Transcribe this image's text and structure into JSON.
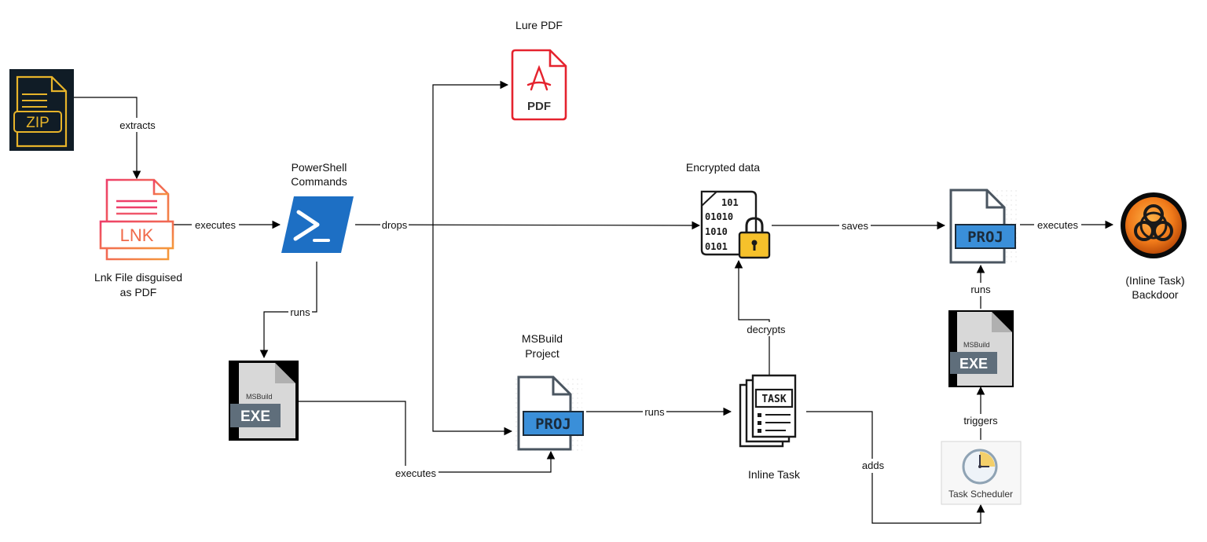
{
  "nodes": {
    "zip": {
      "icon": "zip-file-icon",
      "icon_text": "ZIP"
    },
    "lnk": {
      "icon": "lnk-file-icon",
      "icon_text": "LNK",
      "label_line1": "Lnk File disguised",
      "label_line2": "as PDF"
    },
    "powershell": {
      "icon": "powershell-icon",
      "label_line1": "PowerShell",
      "label_line2": "Commands"
    },
    "msbuild_exe_1": {
      "icon": "msbuild-exe-icon",
      "caption": "MSBuild",
      "icon_text": "EXE"
    },
    "lure_pdf": {
      "icon": "pdf-file-icon",
      "label": "Lure PDF",
      "icon_text": "PDF"
    },
    "msbuild_project": {
      "icon": "proj-file-icon",
      "label_line1": "MSBuild",
      "label_line2": "Project",
      "icon_text": "PROJ"
    },
    "encrypted_data": {
      "icon": "encrypted-data-icon",
      "label": "Encrypted data",
      "bits_row1": "101",
      "bits_row2": "01010",
      "bits_row3": "1010",
      "bits_row4": "0101"
    },
    "inline_task": {
      "icon": "task-document-icon",
      "label": "Inline Task",
      "icon_text": "TASK"
    },
    "proj_saved": {
      "icon": "proj-file-icon",
      "icon_text": "PROJ"
    },
    "msbuild_exe_2": {
      "icon": "msbuild-exe-icon",
      "caption": "MSBuild",
      "icon_text": "EXE"
    },
    "task_scheduler": {
      "icon": "clock-icon",
      "caption": "Task Scheduler"
    },
    "backdoor": {
      "icon": "biohazard-icon",
      "label_line1": "(Inline Task)",
      "label_line2": "Backdoor"
    }
  },
  "edges": {
    "extracts": "extracts",
    "executes_lnk": "executes",
    "drops": "drops",
    "runs_ps": "runs",
    "executes_exe": "executes",
    "runs_proj": "runs",
    "decrypts": "decrypts",
    "saves": "saves",
    "adds": "adds",
    "triggers": "triggers",
    "runs_exe2": "runs",
    "executes_backdoor": "executes"
  },
  "colors": {
    "zip_bg": "#101c26",
    "zip_fg": "#e7b42a",
    "lnk_gradient_start": "#ee3f6a",
    "lnk_gradient_end": "#f5993a",
    "powershell_blue": "#1d6fc4",
    "pdf_red": "#e5232e",
    "proj_blue": "#3a8fd9",
    "proj_outline": "#4a5560",
    "lock_yellow": "#f6c12b",
    "exe_banner": "#5f6e7b",
    "backdoor_orange": "#f07a1a"
  }
}
